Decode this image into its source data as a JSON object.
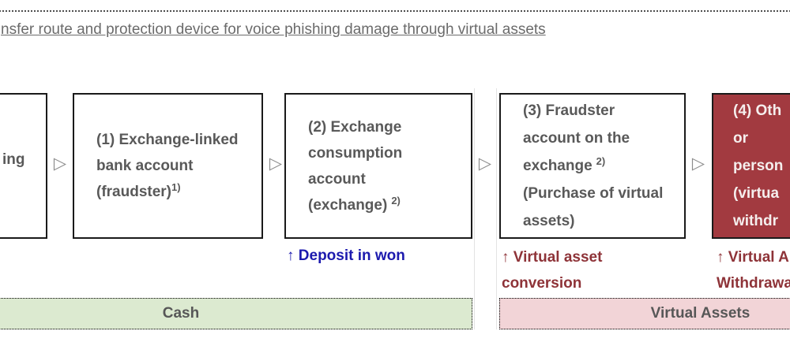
{
  "header": {
    "title_visible_fragment": "nsfer route and protection device for voice phishing damage through virtual assets"
  },
  "flow": {
    "arrow_glyph": "▷",
    "box0": {
      "visible_fragment": "ing"
    },
    "box1": {
      "lines": [
        "(1) Exchange-linked",
        "bank account",
        "(fraudster)"
      ],
      "superscript": "1)"
    },
    "box2": {
      "lines": [
        "(2) Exchange",
        "consumption",
        "account",
        "(exchange)"
      ],
      "superscript": "2)"
    },
    "box3": {
      "lines_a": [
        "(3) Fraudster",
        "account on the",
        "exchange"
      ],
      "superscript": "2)",
      "lines_b": [
        "(Purchase of virtual",
        "assets)"
      ]
    },
    "box4": {
      "visible_lines": [
        "(4) Oth",
        "or",
        "person",
        "(virtua",
        "withdr"
      ]
    }
  },
  "flow_labels": {
    "deposit_in_won": "↑ Deposit in won",
    "virtual_asset_conversion": [
      "↑ Virtual asset",
      "conversion"
    ],
    "virtual_asset_withdrawal_fragments": [
      "↑ Virtual A",
      "Withdrawa"
    ]
  },
  "zones": {
    "cash": "Cash",
    "virtual_assets": "Virtual Assets"
  },
  "colors": {
    "accent_red_box": "#a23a40",
    "label_red": "#8e3338",
    "label_blue": "#1c1aae",
    "cash_green": "#dcead0",
    "virtual_pink": "#f2d4d7",
    "box_text_gray": "#595959",
    "title_gray": "#6b6b6b"
  }
}
